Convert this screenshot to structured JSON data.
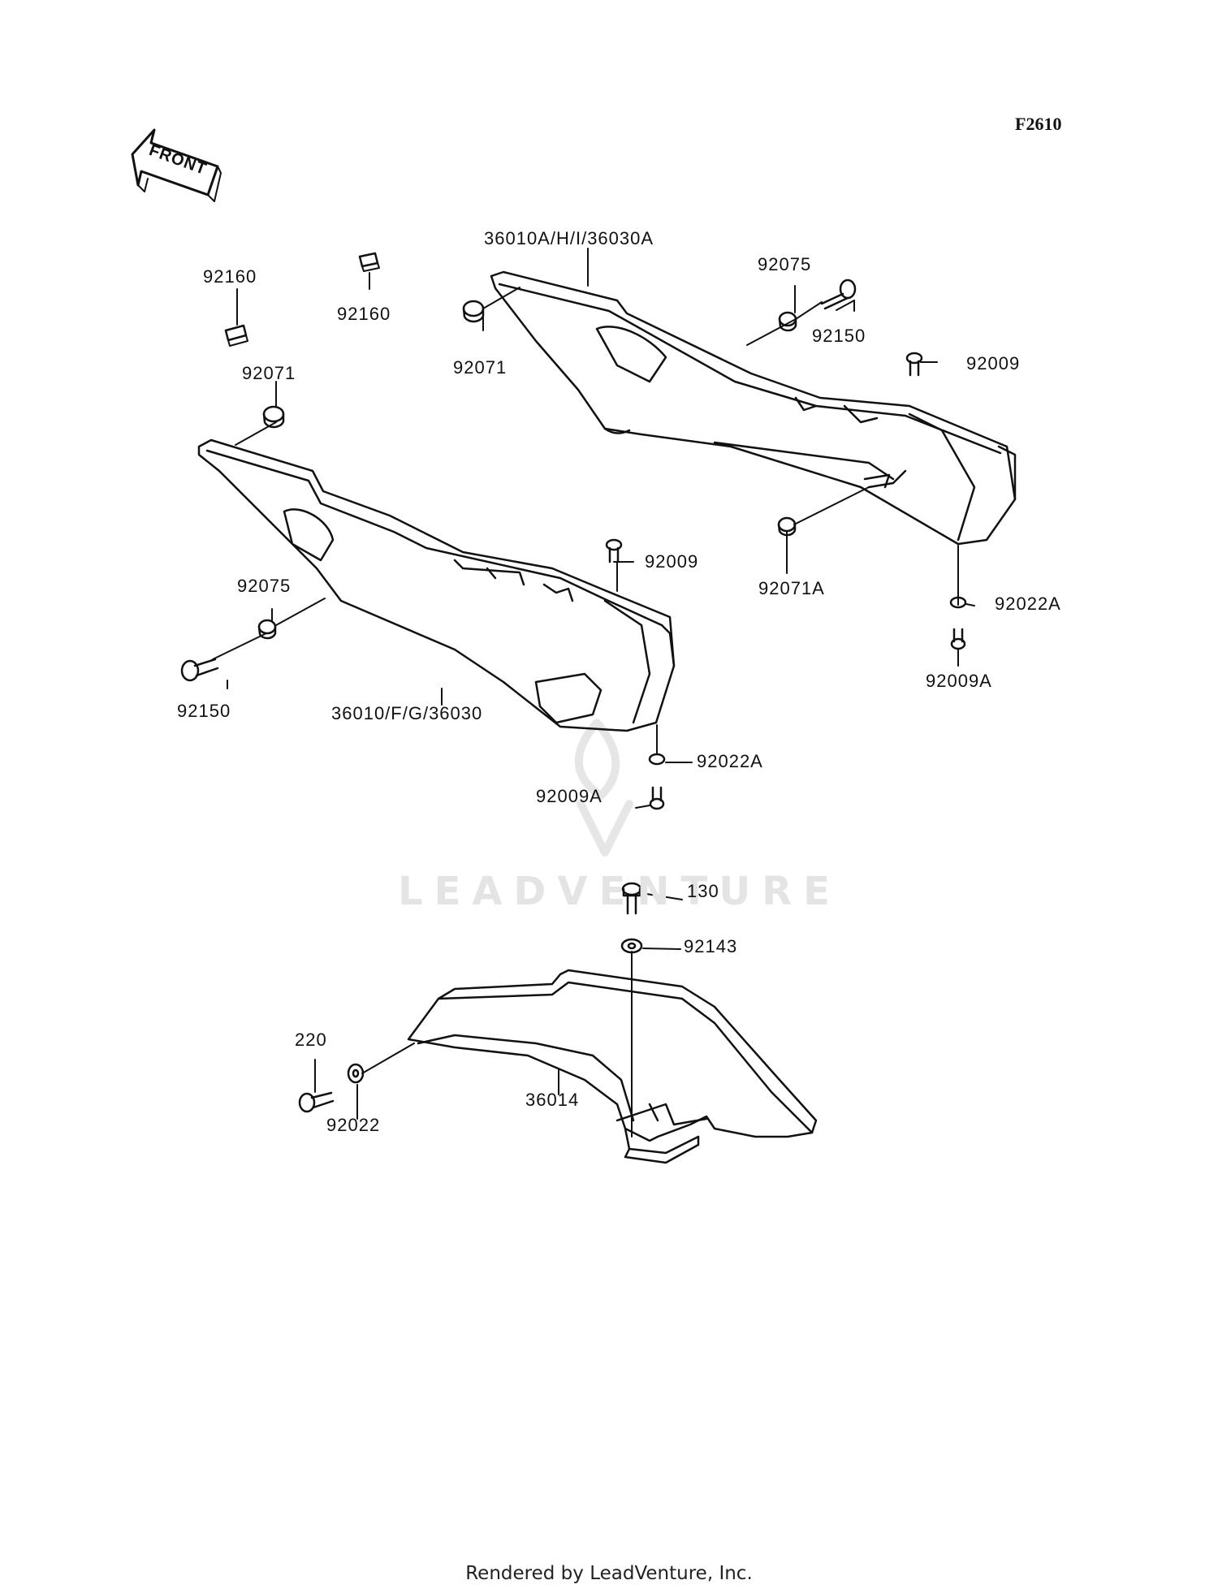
{
  "diagram_code": "F2610",
  "direction_label": "FRONT",
  "watermark": "LEADVENTURE",
  "footer": "Rendered by LeadVenture, Inc.",
  "parts": {
    "p_92160_a": "92160",
    "p_92160_b": "92160",
    "p_36010a": "36010A/H/I/36030A",
    "p_92075_a": "92075",
    "p_92150_a": "92150",
    "p_92009_a": "92009",
    "p_92071_a": "92071",
    "p_92071_b": "92071",
    "p_92071a": "92071A",
    "p_92022a_a": "92022A",
    "p_92009a_a": "92009A",
    "p_92075_b": "92075",
    "p_92009_b": "92009",
    "p_92150_b": "92150",
    "p_36010": "36010/F/G/36030",
    "p_92022a_b": "92022A",
    "p_92009a_b": "92009A",
    "p_130": "130",
    "p_92143": "92143",
    "p_220": "220",
    "p_92022": "92022",
    "p_36014": "36014"
  },
  "colors": {
    "line": "#111111",
    "watermark": "#e4e4e4"
  }
}
